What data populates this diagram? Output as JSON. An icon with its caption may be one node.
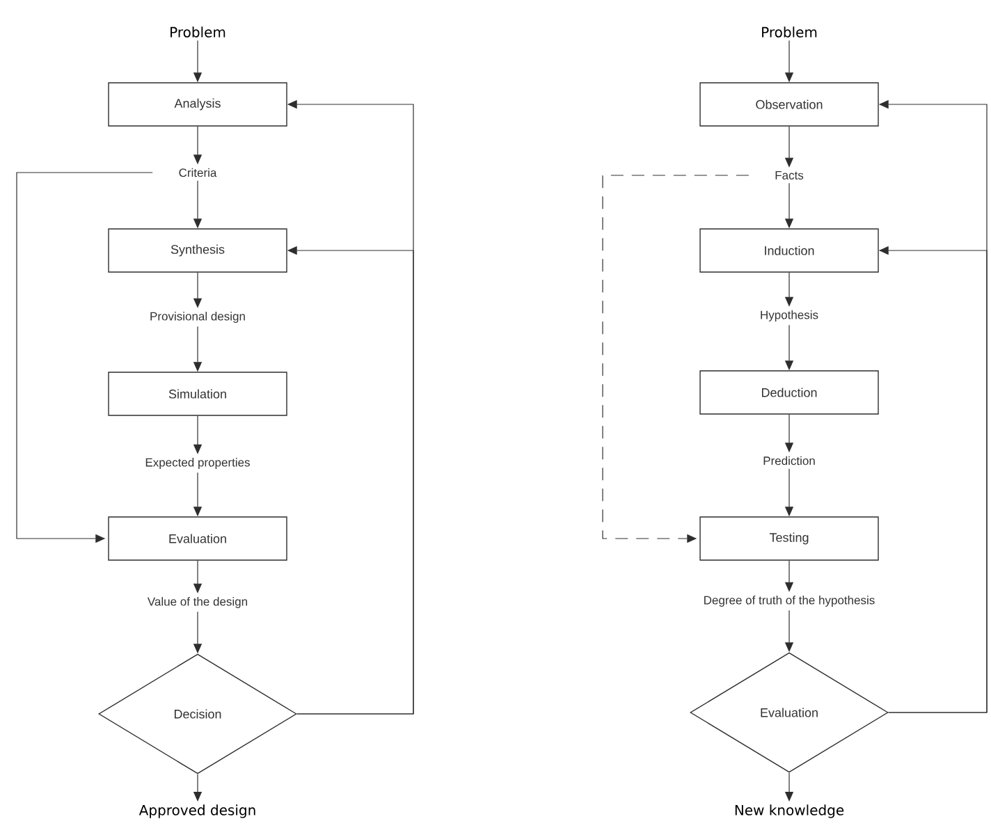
{
  "diagram": {
    "nodes": [
      {
        "text": [
          "Problem"
        ]
      },
      {
        "text": [
          "Analysis"
        ]
      },
      {
        "text": [
          "Criteria"
        ]
      },
      {
        "text": [
          "Synthesis"
        ]
      },
      {
        "text": [
          "Provisional design"
        ]
      },
      {
        "text": [
          "Simulation"
        ]
      },
      {
        "text": [
          "Expected properties"
        ]
      },
      {
        "text": [
          "Evaluation"
        ]
      },
      {
        "text": [
          "Value of the design"
        ]
      },
      {
        "text": [
          "Decision"
        ]
      },
      {
        "text": [
          "Approved design"
        ]
      },
      {
        "text": [
          "Problem"
        ]
      },
      {
        "text": [
          "Observation"
        ]
      },
      {
        "text": [
          "Facts"
        ]
      },
      {
        "text": [
          "Induction"
        ]
      },
      {
        "text": [
          "Hypothesis"
        ]
      },
      {
        "text": [
          "Deduction"
        ]
      },
      {
        "text": [
          "Prediction"
        ]
      },
      {
        "text": [
          "Testing"
        ]
      },
      {
        "text": [
          "Degree of truth of the hypothesis"
        ]
      },
      {
        "text": [
          "Evaluation"
        ]
      },
      {
        "text": [
          "New knowledge"
        ]
      }
    ],
    "edges": [
      {
        "from": 0,
        "to": 1,
        "arrow": "to"
      },
      {
        "from": 1,
        "to": 2,
        "arrow": "to"
      },
      {
        "from": 2,
        "to": 3,
        "arrow": "to"
      },
      {
        "from": 3,
        "to": 4,
        "arrow": "to"
      },
      {
        "from": 4,
        "to": 5,
        "arrow": "to"
      },
      {
        "from": 5,
        "to": 6,
        "arrow": "to"
      },
      {
        "from": 6,
        "to": 7,
        "arrow": "to"
      },
      {
        "from": 7,
        "to": 8,
        "arrow": "to"
      },
      {
        "from": 8,
        "to": 9,
        "arrow": "to"
      },
      {
        "from": 9,
        "to": 10,
        "arrow": "to"
      },
      {
        "from": 9,
        "to": 1,
        "arrow": "to"
      },
      {
        "from": 9,
        "to": 3,
        "arrow": "to"
      },
      {
        "from": 2,
        "to": 7,
        "arrow": "to"
      },
      {
        "from": 11,
        "to": 12,
        "arrow": "to"
      },
      {
        "from": 12,
        "to": 13,
        "arrow": "to"
      },
      {
        "from": 13,
        "to": 14,
        "arrow": "to"
      },
      {
        "from": 14,
        "to": 15,
        "arrow": "to"
      },
      {
        "from": 15,
        "to": 16,
        "arrow": "to"
      },
      {
        "from": 16,
        "to": 17,
        "arrow": "to"
      },
      {
        "from": 17,
        "to": 18,
        "arrow": "to"
      },
      {
        "from": 18,
        "to": 19,
        "arrow": "to"
      },
      {
        "from": 19,
        "to": 20,
        "arrow": "to"
      },
      {
        "from": 20,
        "to": 21,
        "arrow": "to"
      },
      {
        "from": 20,
        "to": 12,
        "arrow": "to"
      },
      {
        "from": 20,
        "to": 14,
        "arrow": "to"
      },
      {
        "from": 13,
        "to": 18,
        "arrow": "to",
        "style": "dashed"
      }
    ]
  }
}
